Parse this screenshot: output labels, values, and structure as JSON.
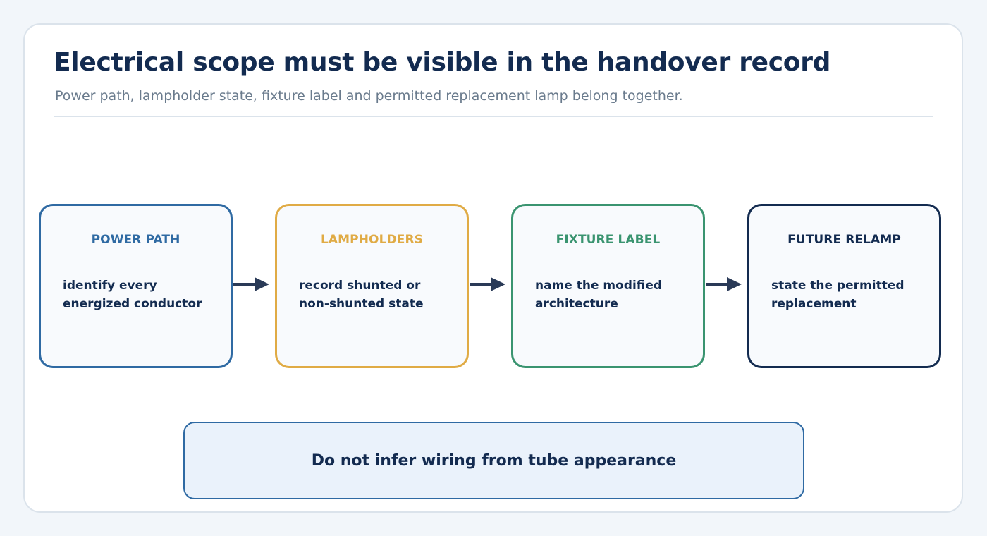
{
  "header": {
    "title": "Electrical scope must be visible in the handover record",
    "subtitle": "Power path, lampholder state, fixture label and permitted replacement lamp belong together."
  },
  "steps": [
    {
      "title": "POWER PATH",
      "description": "identify every energized conductor",
      "color": "#2f6aa3"
    },
    {
      "title": "LAMPHOLDERS",
      "description": "record shunted or non-shunted state",
      "color": "#e0ab45"
    },
    {
      "title": "FIXTURE LABEL",
      "description": "name the modified architecture",
      "color": "#3a9470"
    },
    {
      "title": "FUTURE RELAMP",
      "description": "state the permitted replacement",
      "color": "#132b50"
    }
  ],
  "callout": {
    "text": "Do not infer wiring from tube appearance"
  },
  "colors": {
    "arrow": "#2a3a57",
    "callout_border": "#2f6aa3",
    "callout_fill": "#eaf2fb"
  }
}
